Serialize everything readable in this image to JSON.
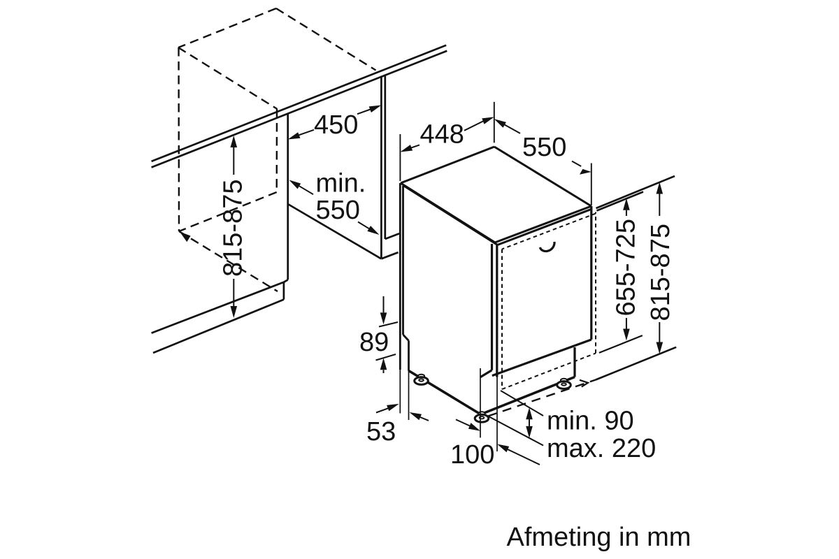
{
  "page": {
    "background": "#ffffff",
    "line_color": "#111111",
    "type": "installation dimension drawing"
  },
  "labels": {
    "niche_width": "450",
    "niche_depth_min_word": "min.",
    "niche_depth_min_value": "550",
    "appliance_width": "448",
    "appliance_depth": "550",
    "niche_height_left": "815-875",
    "appliance_height": "655-725",
    "overall_height_right": "815-875",
    "base_height": "89",
    "rear_clearance": "53",
    "plinth_recess": "100",
    "plinth_clearance_min": "min. 90",
    "plinth_clearance_max": "max. 220",
    "caption": "Afmeting in mm"
  },
  "dimensions_mm": {
    "niche_width": 450,
    "niche_depth_min": 550,
    "appliance_width": 448,
    "appliance_depth": 550,
    "niche_height_range": [
      815,
      875
    ],
    "appliance_height_range": [
      655,
      725
    ],
    "overall_height_range": [
      815,
      875
    ],
    "base_height": 89,
    "rear_clearance": 53,
    "plinth_recess": 100,
    "plinth_clearance_min": 90,
    "plinth_clearance_max": 220
  }
}
